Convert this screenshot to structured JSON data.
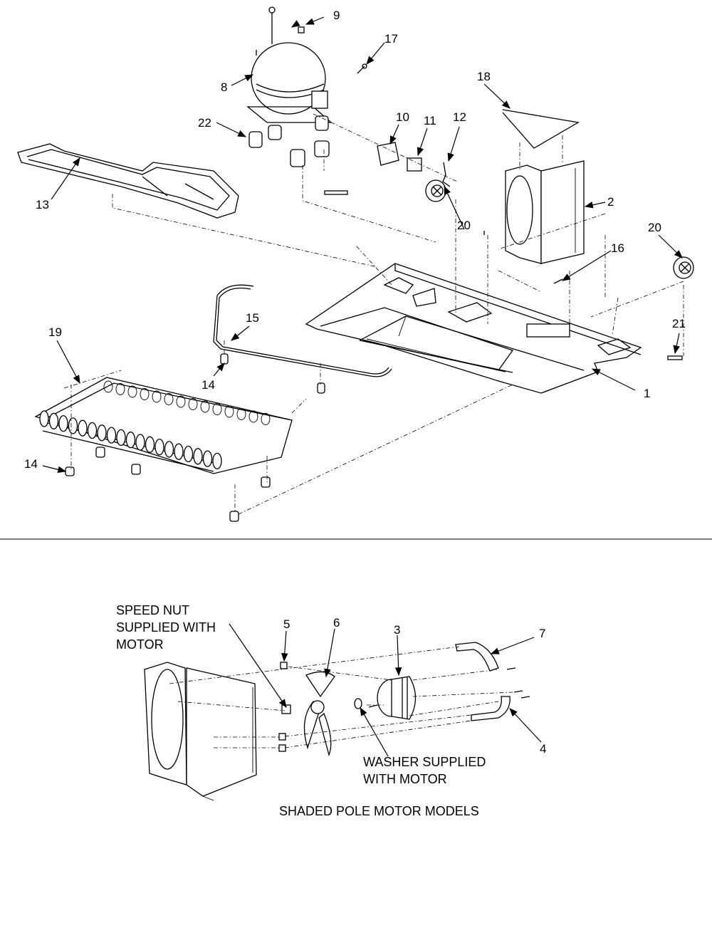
{
  "callouts": {
    "c1": "1",
    "c2": "2",
    "c3": "3",
    "c4": "4",
    "c5": "5",
    "c6": "6",
    "c7": "7",
    "c8": "8",
    "c9": "9",
    "c10": "10",
    "c11": "11",
    "c12": "12",
    "c13": "13",
    "c14a": "14",
    "c14b": "14",
    "c15": "15",
    "c16": "16",
    "c17": "17",
    "c18": "18",
    "c19": "19",
    "c20a": "20",
    "c20b": "20",
    "c21": "21",
    "c22": "22"
  },
  "notes": {
    "speed_nut_line1": "SPEED NUT",
    "speed_nut_line2": "SUPPLIED WITH",
    "speed_nut_line3": "MOTOR",
    "washer_line1": "WASHER SUPPLIED",
    "washer_line2": "WITH MOTOR",
    "models_caption": "SHADED POLE MOTOR MODELS"
  }
}
